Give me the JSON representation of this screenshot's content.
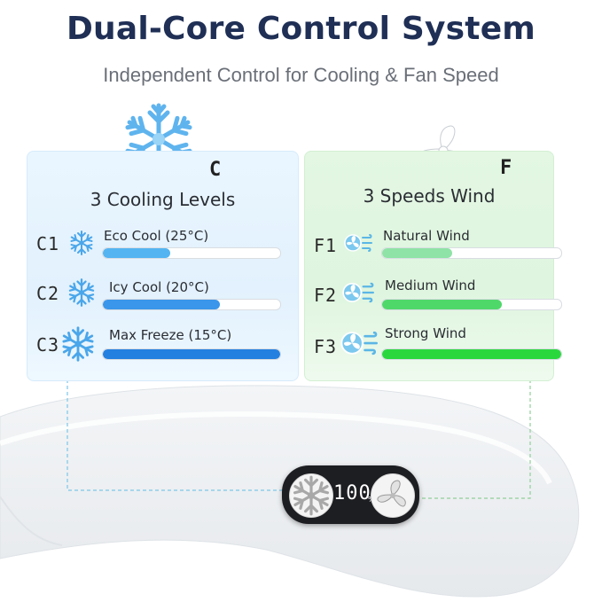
{
  "header": {
    "title": "Dual-Core Control System",
    "subtitle": "Independent Control for Cooling & Fan Speed"
  },
  "cooling": {
    "code_letter": "C",
    "heading": "3 Cooling Levels",
    "icon": "snowflake-icon",
    "levels": [
      {
        "code": "C1",
        "label": "Eco Cool (25°C)",
        "level": 0.38,
        "color": "#54b4f2"
      },
      {
        "code": "C2",
        "label": "Icy Cool (20°C)",
        "level": 0.66,
        "color": "#3a96ea"
      },
      {
        "code": "C3",
        "label": "Max Freeze (15°C)",
        "level": 1.0,
        "color": "#2480e0"
      }
    ]
  },
  "wind": {
    "code_letter": "F",
    "heading": "3 Speeds Wind",
    "icon": "fan-icon",
    "levels": [
      {
        "code": "F1",
        "label": "Natural Wind",
        "level": 0.39,
        "color": "#8fe3a6"
      },
      {
        "code": "F2",
        "label": "Medium Wind",
        "level": 0.67,
        "color": "#4fd86a"
      },
      {
        "code": "F3",
        "label": "Strong Wind",
        "level": 1.0,
        "color": "#2ad83e"
      }
    ]
  },
  "device": {
    "display_value": "100",
    "display_unit": "%",
    "left_button_icon": "snowflake-icon",
    "right_button_icon": "fan-icon"
  },
  "colors": {
    "title": "#1f2f55",
    "cool_accent": "#3a96ea",
    "wind_accent": "#2ad83e",
    "connector_cool": "#7cc6e8",
    "connector_wind": "#8fd09a"
  }
}
